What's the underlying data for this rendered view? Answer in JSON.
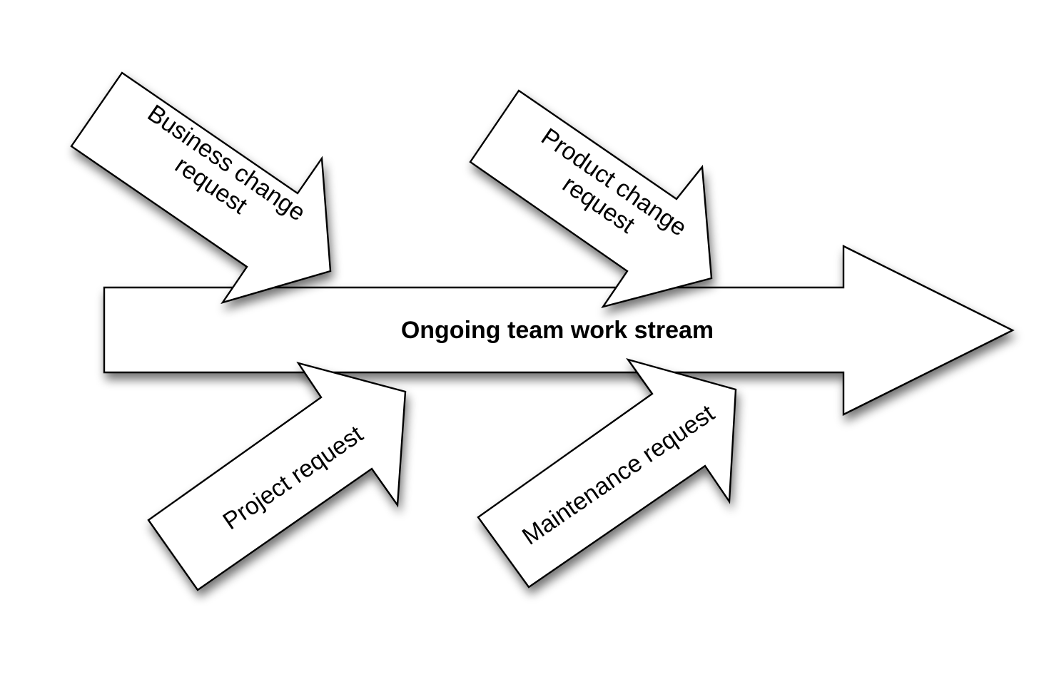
{
  "diagram": {
    "main_arrow": {
      "label": "Ongoing team work stream"
    },
    "inputs": {
      "business_change": {
        "line1": "Business change",
        "line2": "request"
      },
      "product_change": {
        "line1": "Product change",
        "line2": "request"
      },
      "project": {
        "label": "Project request"
      },
      "maintenance": {
        "label": "Maintenance request"
      }
    }
  }
}
